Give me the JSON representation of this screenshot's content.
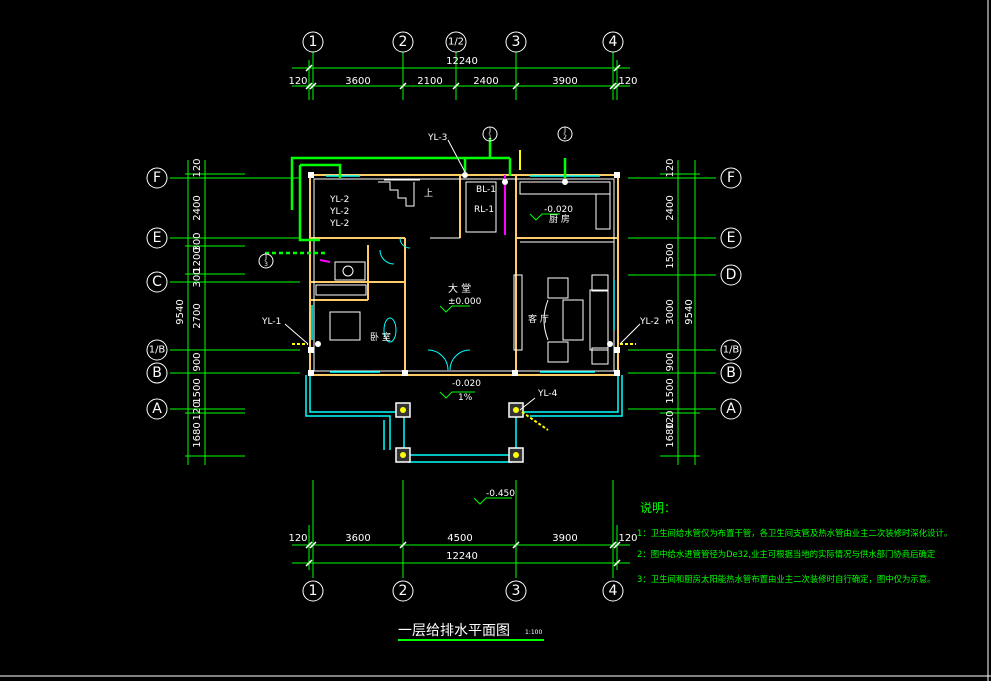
{
  "axes_top": [
    "1",
    "2",
    "1/2",
    "3",
    "4"
  ],
  "axes_bottom": [
    "1",
    "2",
    "3",
    "4"
  ],
  "axes_left": [
    "F",
    "E",
    "C",
    "1/B",
    "B",
    "A"
  ],
  "axes_right": [
    "F",
    "E",
    "D",
    "1/B",
    "B",
    "A"
  ],
  "dims_top": {
    "total": "12240",
    "edge_left": "120",
    "edge_right": "120",
    "segments": [
      "3600",
      "2100",
      "2400",
      "3900"
    ]
  },
  "dims_bottom": {
    "total": "12240",
    "edge_left": "120",
    "edge_right": "120",
    "segments": [
      "3600",
      "4500",
      "3900"
    ]
  },
  "dims_left": {
    "total": "9540",
    "segments": [
      "120",
      "2400",
      "300",
      "1200",
      "300",
      "2700",
      "900",
      "1500",
      "120",
      "1680"
    ]
  },
  "dims_right": {
    "total": "9540",
    "segments": [
      "120",
      "2400",
      "1500",
      "3000",
      "900",
      "1500",
      "120",
      "1680"
    ]
  },
  "rooms": {
    "living_hall": "大 堂",
    "living_hall_level": "±0.000",
    "kitchen": "厨 房",
    "kitchen_level": "-0.020",
    "lounge": "客 厅",
    "bedroom": "卧 室",
    "up": "上",
    "porch_level": "-0.020",
    "porch_slope": "1%",
    "outside_level": "-0.450"
  },
  "pipes": {
    "yl3": "YL-3",
    "yl1": "YL-1",
    "yl2": "YL-2",
    "yl4": "YL-4",
    "ylc2a": "YL-2",
    "ylc2b": "YL-2",
    "ylc2c": "YL-2",
    "bl1": "BL-1",
    "rl1": "RL-1",
    "j1": "J",
    "j2": "J",
    "j3": "J",
    "j1_num": "1",
    "j2_num": "2",
    "j3_num": "3"
  },
  "notes": {
    "title": "说明：",
    "n1": "1：卫生间给水管仅为布置干管，各卫生间支管及热水管由业主二次装修时深化设计。",
    "n2": "2：图中给水进管管径为De32,业主可根据当地的实际情况与供水部门协商后确定",
    "n3": "3：卫生间和厨房太阳能热水管布置由业主二次装修时自行确定，图中仅为示意。"
  },
  "drawing_title": "一层给排水平面图",
  "scale": "1:100",
  "colors": {
    "background": "#000000",
    "dimension": "#00ff00",
    "wall": "#ffffff",
    "fill": "#ffcc66",
    "window": "#00ffff",
    "pipe_water": "#00ff00",
    "pipe_hot": "#ff00ff",
    "pipe_drain": "#ffff00"
  }
}
